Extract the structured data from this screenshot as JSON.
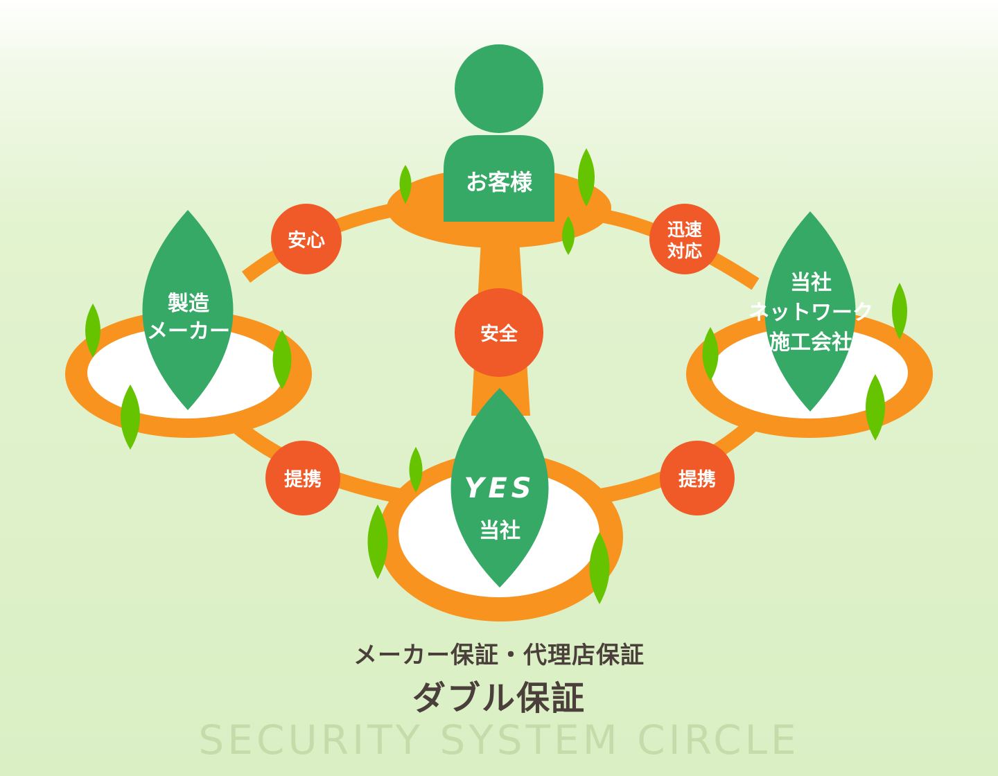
{
  "colors": {
    "ring": "#f7931e",
    "node": "#37a967",
    "badge": "#f05a28",
    "leaf": "#66c300",
    "caption": "#4a3f3a",
    "footer": "#c5dcaa"
  },
  "nodes": {
    "customer": "お客様",
    "manufacturer": [
      "製造",
      "メーカー"
    ],
    "network": [
      "当社",
      "ネットワーク",
      "施工会社"
    ],
    "company_logo": "YES",
    "company": "当社"
  },
  "badges": {
    "relief": "安心",
    "speed": [
      "迅速",
      "対応"
    ],
    "safety": "安全",
    "partner_left": "提携",
    "partner_right": "提携"
  },
  "caption": {
    "sub": "メーカー保証・代理店保証",
    "main": "ダブル保証"
  },
  "footer": "SECURITY SYSTEM CIRCLE"
}
